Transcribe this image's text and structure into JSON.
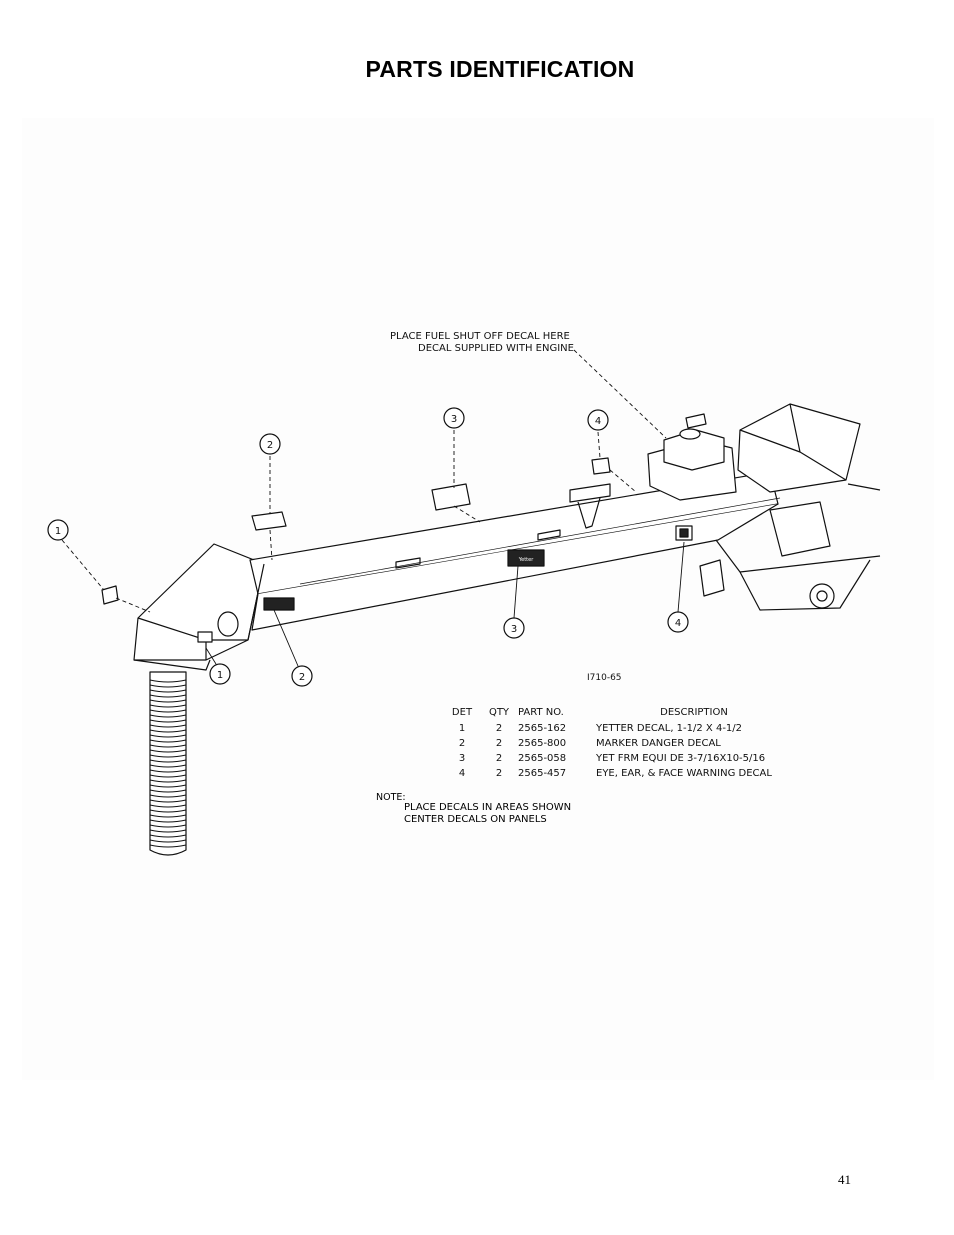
{
  "page": {
    "title": "PARTS IDENTIFICATION",
    "page_number": "41"
  },
  "drawing": {
    "callout_note_line1": "PLACE FUEL SHUT OFF DECAL HERE",
    "callout_note_line2": "DECAL SUPPLIED WITH ENGINE",
    "drawing_number": "I710-65",
    "callout_numbers": [
      "1",
      "2",
      "3",
      "4"
    ],
    "decal_brand_text": "Yetter"
  },
  "parts_table": {
    "headers": [
      "DET",
      "QTY",
      "PART NO.",
      "DESCRIPTION"
    ],
    "rows": [
      [
        "1",
        "2",
        "2565-162",
        "YETTER DECAL, 1-1/2 X 4-1/2"
      ],
      [
        "2",
        "2",
        "2565-800",
        "MARKER DANGER DECAL"
      ],
      [
        "3",
        "2",
        "2565-058",
        "YET FRM EQUI DE 3-7/16X10-5/16"
      ],
      [
        "4",
        "2",
        "2565-457",
        "EYE, EAR, & FACE WARNING DECAL"
      ]
    ]
  },
  "notes": {
    "label": "NOTE:",
    "lines": [
      "PLACE DECALS IN AREAS SHOWN",
      "CENTER DECALS ON PANELS"
    ]
  }
}
